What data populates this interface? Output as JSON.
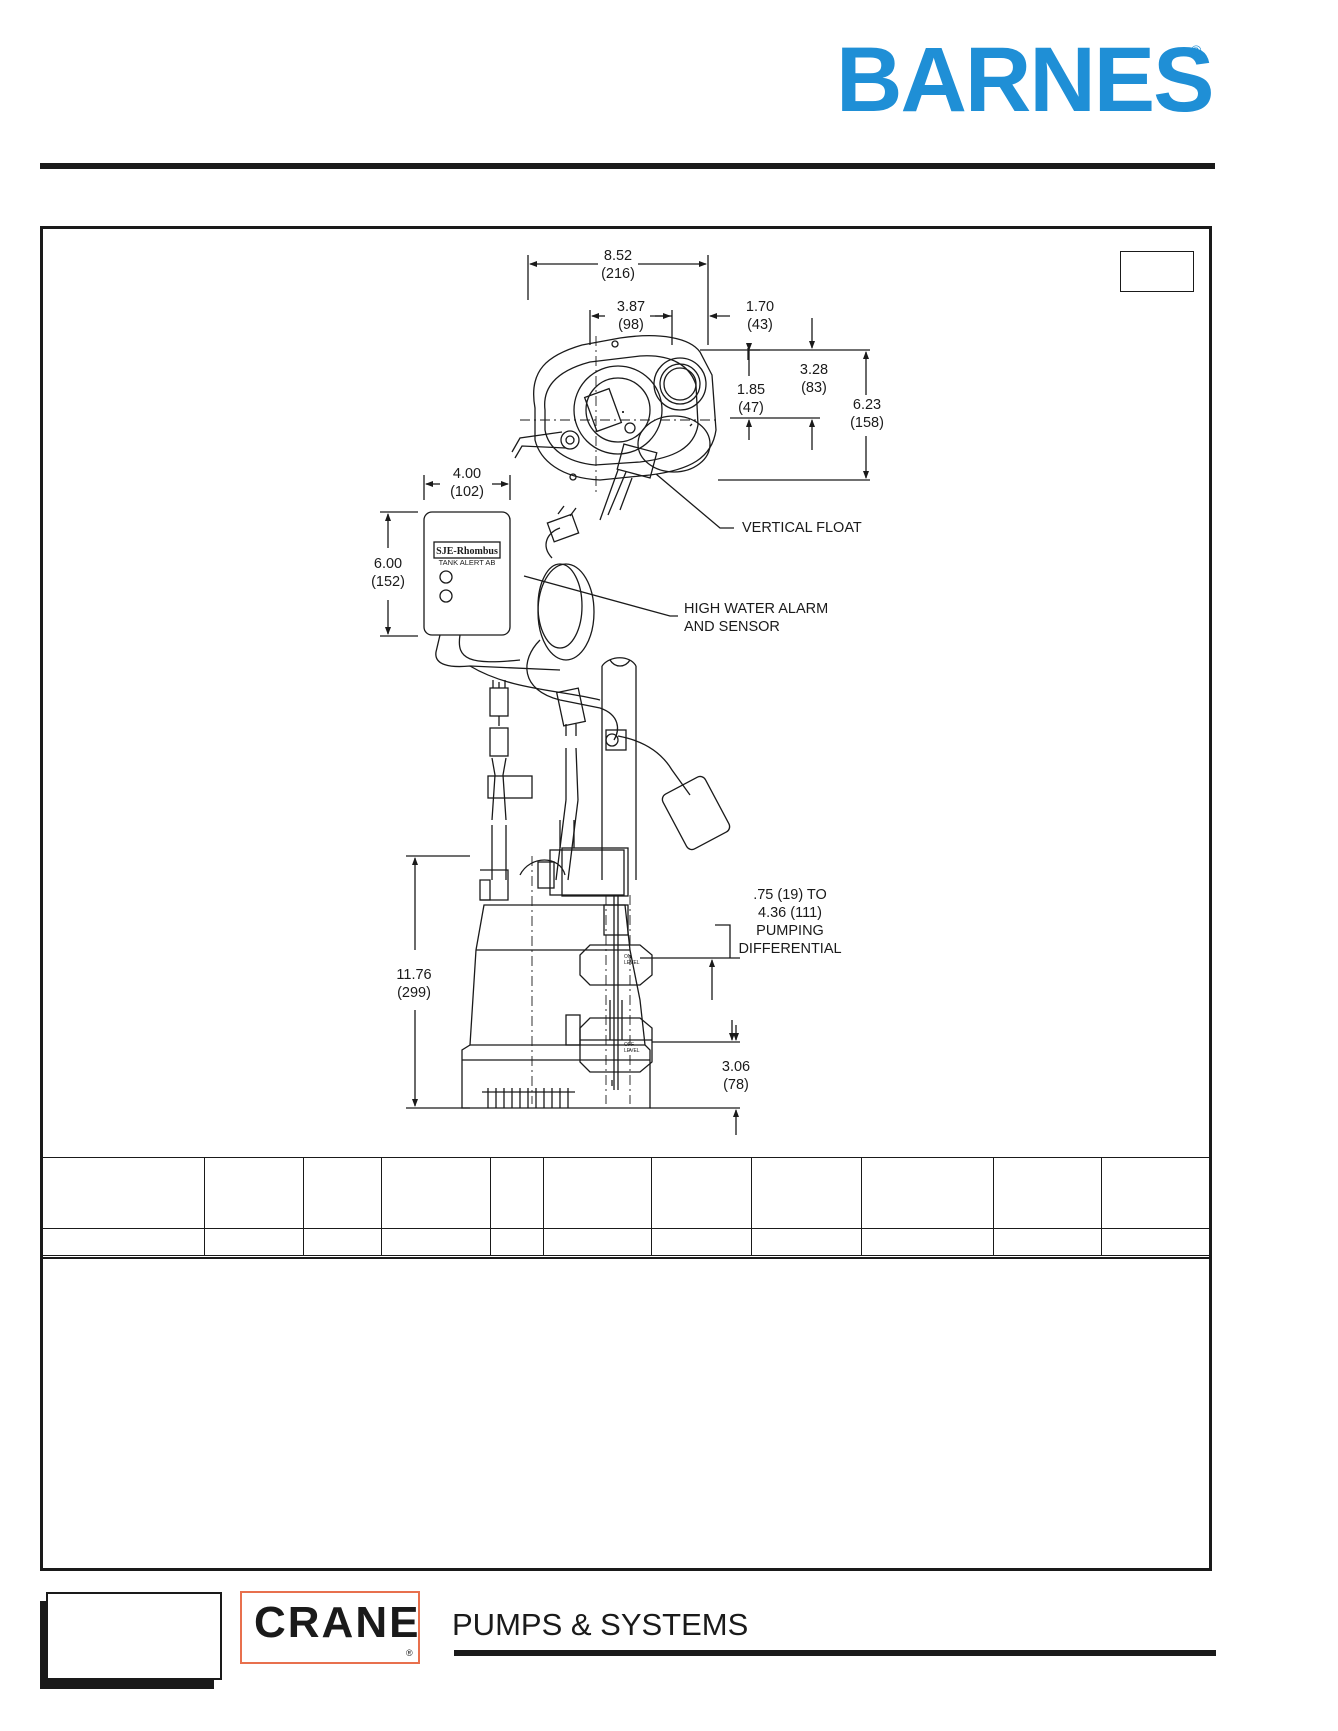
{
  "header": {
    "brand": "BARNES",
    "brand_mark": "®",
    "brand_color": "#1f8fd6"
  },
  "drawing": {
    "dimensions": {
      "overall_width": "8.52",
      "overall_width_mm": "(216)",
      "inlet_offset": "3.87",
      "inlet_offset_mm": "(98)",
      "discharge_offset": "1.70",
      "discharge_offset_mm": "(43)",
      "top_to_center": "3.28",
      "top_to_center_mm": "(83)",
      "center_offset": "1.85",
      "center_offset_mm": "(47)",
      "overall_depth": "6.23",
      "overall_depth_mm": "(158)",
      "alarm_width": "4.00",
      "alarm_width_mm": "(102)",
      "alarm_height": "6.00",
      "alarm_height_mm": "(152)",
      "pump_height": "11.76",
      "pump_height_mm": "(299)",
      "base_height": "3.06",
      "base_height_mm": "(78)"
    },
    "callouts": {
      "vertical_float": "VERTICAL FLOAT",
      "alarm_line1": "HIGH WATER ALARM",
      "alarm_line2": "AND SENSOR",
      "diff_line1": ".75 (19) TO",
      "diff_line2": "4.36 (111)",
      "diff_line3": "PUMPING",
      "diff_line4": "DIFFERENTIAL"
    },
    "alarm_panel": {
      "brand": "SJE-Rhombus",
      "model": "TANK ALERT AB"
    },
    "float_marks": {
      "on_level_1": "ON",
      "on_level_2": "LEVEL",
      "off_level_1": "OFF",
      "off_level_2": "LEVEL"
    }
  },
  "footer": {
    "company": "CRANE",
    "company_mark": "®",
    "division": "PUMPS & SYSTEMS",
    "company_border_color": "#e8704d"
  }
}
